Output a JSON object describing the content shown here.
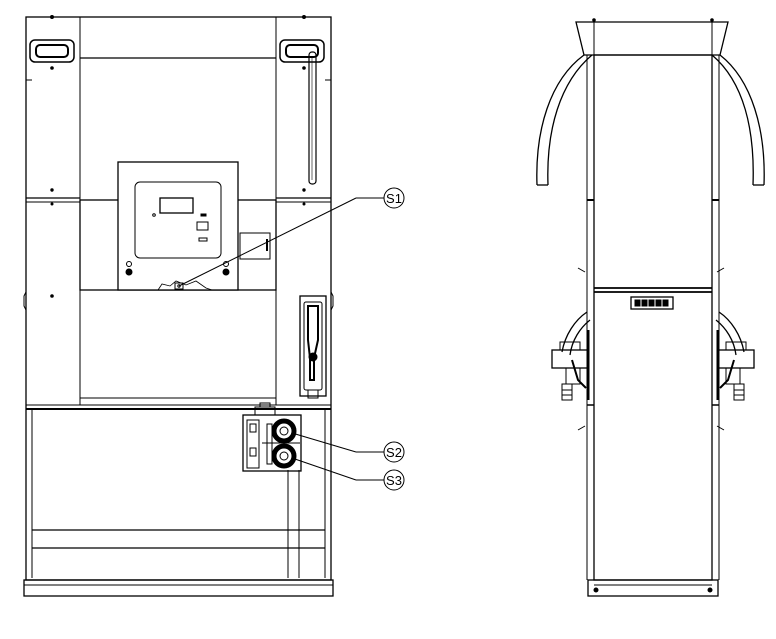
{
  "callouts": [
    {
      "id": "s1",
      "label": "S1"
    },
    {
      "id": "s2",
      "label": "S2"
    },
    {
      "id": "s3",
      "label": "S3"
    }
  ],
  "colors": {
    "line": "#000000",
    "paper": "#ffffff",
    "dark_fill": "#222222",
    "light_fill": "#e6e6e6"
  }
}
